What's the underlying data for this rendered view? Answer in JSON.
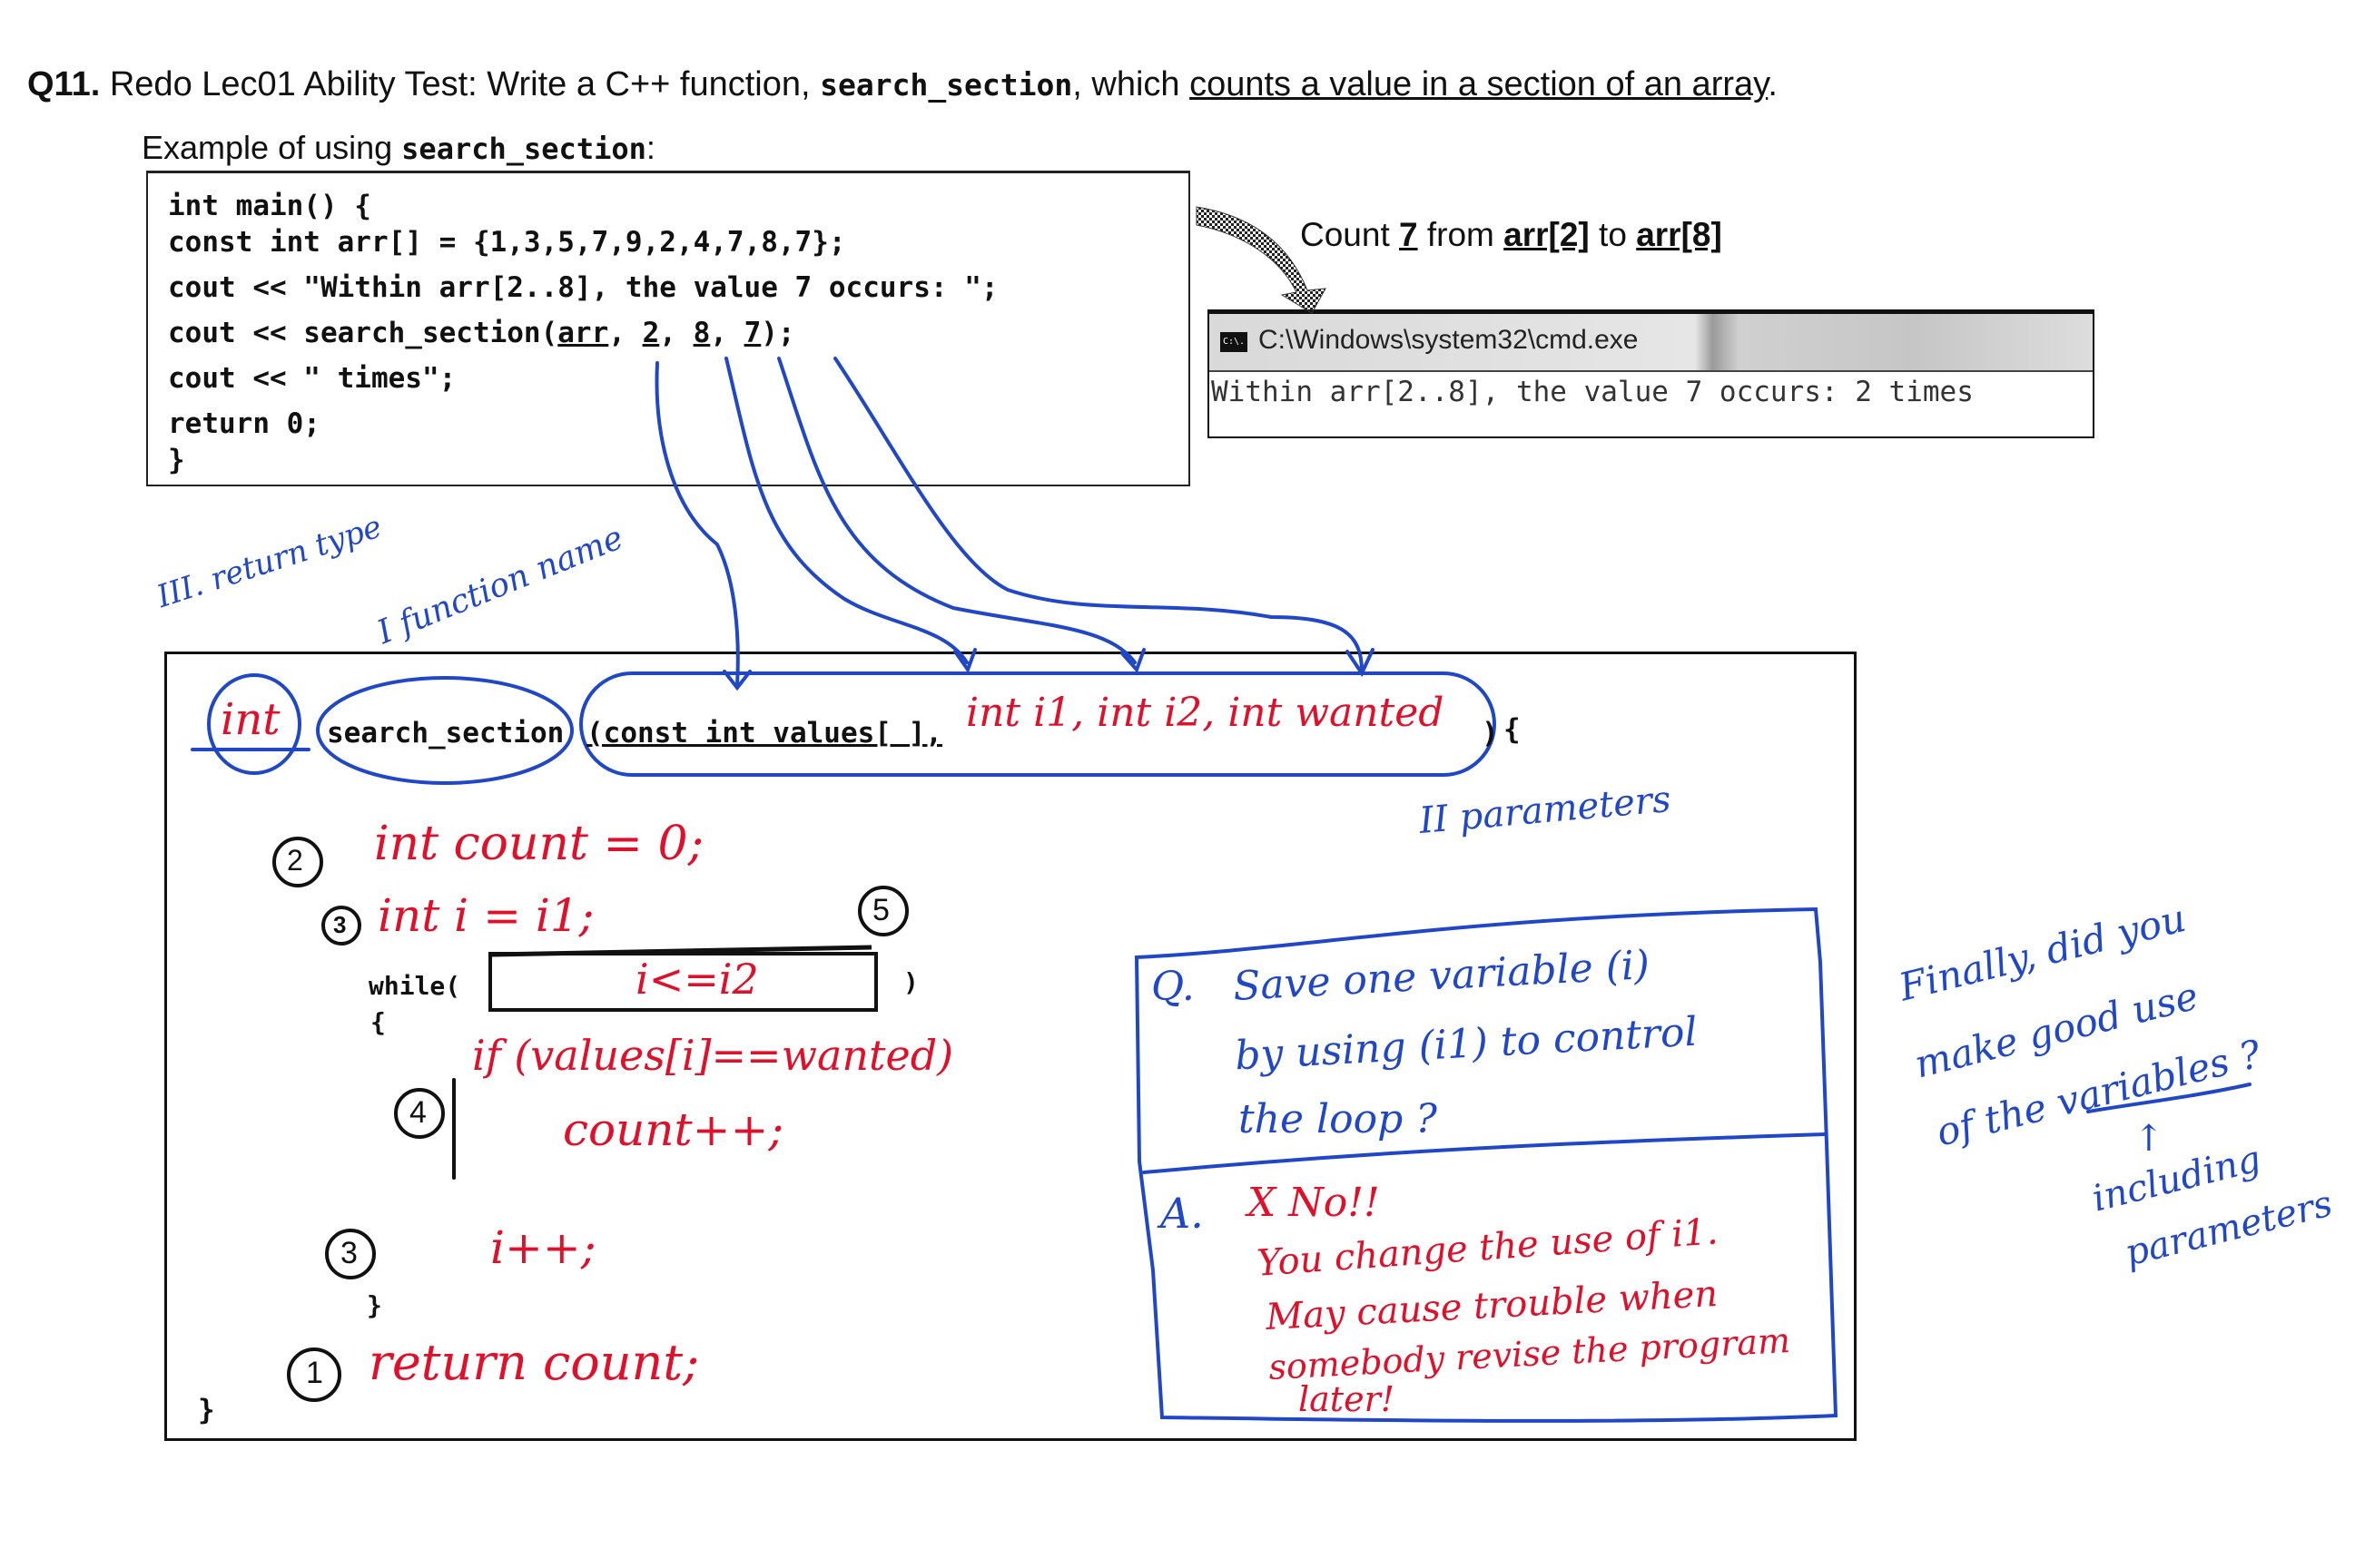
{
  "question": {
    "number": "Q11.",
    "text_before": " Redo Lec01 Ability Test: Write a C++ function, ",
    "function_name": "search_section",
    "text_middle": ", which ",
    "underlined": "counts a value in a section of an array",
    "text_end": "."
  },
  "example": {
    "label": "Example of using ",
    "function_name": "search_section",
    "colon": ":"
  },
  "code": {
    "line1": "int main() {",
    "line2": "    const int arr[] = {1,3,5,7,9,2,4,7,8,7};",
    "line3": "    cout << \"Within arr[2..8], the value 7 occurs: \";",
    "line4_pre": "    cout << search_section(",
    "arg1": "arr",
    "arg2": "2",
    "arg3": "8",
    "arg4": "7",
    "sep": ", ",
    "line4_post": ");",
    "line5": "    cout << \" times\";",
    "line6": "    return 0;",
    "line7": "}"
  },
  "count_note": {
    "prefix": "Count  ",
    "value": "7",
    "from": " from ",
    "start": "arr[2]",
    "to": " to ",
    "end": "arr[8]"
  },
  "cmd_window": {
    "icon_label": "C:\\.",
    "title": "C:\\Windows\\system32\\cmd.exe",
    "output": "Within arr[2..8], the value 7 occurs: 2 times"
  },
  "annotations": {
    "return_type_label": "III. return type",
    "function_name_label": "I function name",
    "parameters_label": "II parameters",
    "return_type": "int",
    "function_name": "search_section",
    "param_printed": "(const int values[ ],",
    "param_handwritten": "int i1, int i2, int wanted",
    "close_paren": ")",
    "open_brace": "{"
  },
  "body": {
    "step2": "2",
    "line_count": "int count = 0;",
    "step3a": "3",
    "line_i": "int i = i1;",
    "step5": "5",
    "while_kw": "while(",
    "while_cond": "i<=i2",
    "while_close": ")",
    "brace_open": "{",
    "step4": "4",
    "if_line": "if (values[i]==wanted)",
    "count_inc": "count++;",
    "step3b": "3",
    "i_inc": "i++;",
    "brace_close": "}",
    "step1": "1",
    "return_line": "return count;",
    "func_close": "}"
  },
  "qa": {
    "q_label": "Q.",
    "q_line1": "Save one variable (i)",
    "q_line2": "by using (i1) to control",
    "q_line3": "the loop ?",
    "a_label": "A.",
    "a_line1": "X No!!",
    "a_line2": "You change the use of i1.",
    "a_line3": "May cause trouble when",
    "a_line4": "somebody revise the program",
    "a_line5": "later!"
  },
  "side_note": {
    "line1": "Finally, did you",
    "line2": "make good use",
    "line3": "of the variables ?",
    "arrow": "↑",
    "line4": "including",
    "line5": "parameters"
  },
  "colors": {
    "ink_blue": "#1f47c8",
    "ink_red": "#e0102a"
  }
}
